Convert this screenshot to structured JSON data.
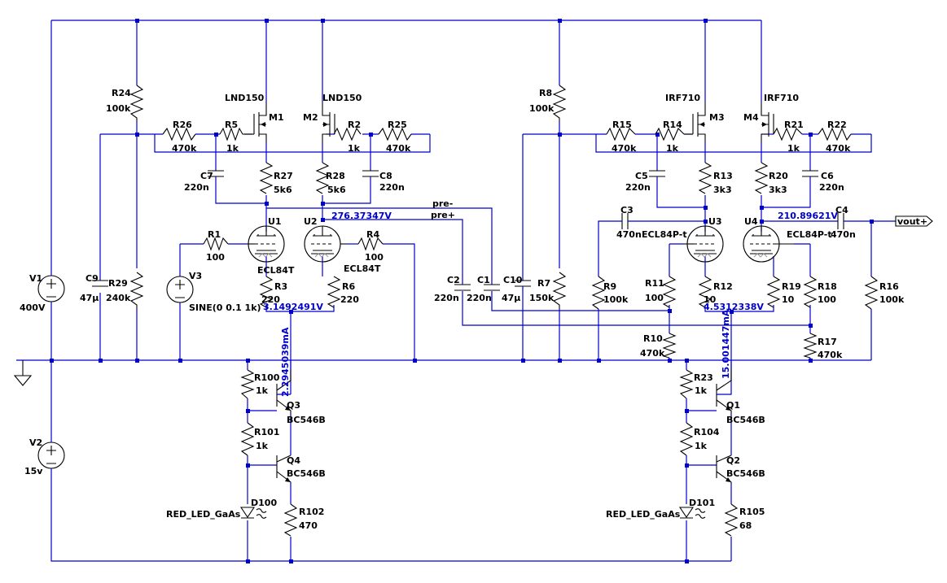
{
  "parts": {
    "V1": {
      "name": "V1",
      "value": "400V"
    },
    "V2": {
      "name": "V2",
      "value": "15v"
    },
    "V3": {
      "name": "V3",
      "value": "SINE(0 0.1 1k)"
    },
    "C9": {
      "name": "C9",
      "value": "47µ"
    },
    "R29": {
      "name": "R29",
      "value": "240k"
    },
    "R24": {
      "name": "R24",
      "value": "100k"
    },
    "R26": {
      "name": "R26",
      "value": "470k"
    },
    "R5": {
      "name": "R5",
      "value": "1k"
    },
    "R2": {
      "name": "R2",
      "value": "1k"
    },
    "R25": {
      "name": "R25",
      "value": "470k"
    },
    "M1": {
      "name": "M1",
      "value": "LND150"
    },
    "M2": {
      "name": "M2",
      "value": "LND150"
    },
    "R27": {
      "name": "R27",
      "value": "5k6"
    },
    "R28": {
      "name": "R28",
      "value": "5k6"
    },
    "C7": {
      "name": "C7",
      "value": "220n"
    },
    "C8": {
      "name": "C8",
      "value": "220n"
    },
    "U1": {
      "name": "U1",
      "value": "ECL84T"
    },
    "U2": {
      "name": "U2",
      "value": "ECL84T"
    },
    "R1": {
      "name": "R1",
      "value": "100"
    },
    "R4": {
      "name": "R4",
      "value": "100"
    },
    "R3": {
      "name": "R3",
      "value": "220"
    },
    "R6": {
      "name": "R6",
      "value": "220"
    },
    "C2": {
      "name": "C2",
      "value": "220n"
    },
    "C1": {
      "name": "C1",
      "value": "220n"
    },
    "C10": {
      "name": "C10",
      "value": "47µ"
    },
    "R7": {
      "name": "R7",
      "value": "150k"
    },
    "R8": {
      "name": "R8",
      "value": "100k"
    },
    "R9": {
      "name": "R9",
      "value": "100k"
    },
    "R15": {
      "name": "R15",
      "value": "470k"
    },
    "R14": {
      "name": "R14",
      "value": "1k"
    },
    "R21": {
      "name": "R21",
      "value": "1k"
    },
    "R22": {
      "name": "R22",
      "value": "470k"
    },
    "M3": {
      "name": "M3",
      "value": "IRF710"
    },
    "M4": {
      "name": "M4",
      "value": "IRF710"
    },
    "C5": {
      "name": "C5",
      "value": "220n"
    },
    "C6": {
      "name": "C6",
      "value": "220n"
    },
    "R13": {
      "name": "R13",
      "value": "3k3"
    },
    "R20": {
      "name": "R20",
      "value": "3k3"
    },
    "C3": {
      "name": "C3",
      "value": "470n"
    },
    "C4": {
      "name": "C4",
      "value": "470n"
    },
    "U3": {
      "name": "U3",
      "value": "ECL84P-t"
    },
    "U4": {
      "name": "U4",
      "value": "ECL84P-t"
    },
    "R11": {
      "name": "R11",
      "value": "100"
    },
    "R12": {
      "name": "R12",
      "value": "10"
    },
    "R19": {
      "name": "R19",
      "value": "10"
    },
    "R18": {
      "name": "R18",
      "value": "100"
    },
    "R16": {
      "name": "R16",
      "value": "100k"
    },
    "R10": {
      "name": "R10",
      "value": "470k"
    },
    "R17": {
      "name": "R17",
      "value": "470k"
    },
    "R100": {
      "name": "R100",
      "value": "1k"
    },
    "R101": {
      "name": "R101",
      "value": "1k"
    },
    "R102": {
      "name": "R102",
      "value": "470"
    },
    "R23": {
      "name": "R23",
      "value": "1k"
    },
    "R104": {
      "name": "R104",
      "value": "1k"
    },
    "R105": {
      "name": "R105",
      "value": "68"
    },
    "Q1": {
      "name": "Q1",
      "value": "BC546B"
    },
    "Q2": {
      "name": "Q2",
      "value": "BC546B"
    },
    "Q3": {
      "name": "Q3",
      "value": "BC546B"
    },
    "Q4": {
      "name": "Q4",
      "value": "BC546B"
    },
    "D100": {
      "name": "D100",
      "value": "RED_LED_GaAs"
    },
    "D101": {
      "name": "D101",
      "value": "RED_LED_GaAs"
    }
  },
  "nets": {
    "pre_minus": "pre-",
    "pre_plus": "pre+",
    "vout": "vout+"
  },
  "probes": {
    "v_u2_anode": "276.37347V",
    "v_u4_anode": "210.89621V",
    "v_cathode_left": "3.1492491V",
    "v_cathode_right": "4.5312338V",
    "i_left": "2.2945039mA",
    "i_right": "15.001447mA"
  },
  "colors": {
    "wire": "#0000cc",
    "component": "#000000",
    "probe_text": "#0000cc",
    "background": "#ffffff"
  }
}
